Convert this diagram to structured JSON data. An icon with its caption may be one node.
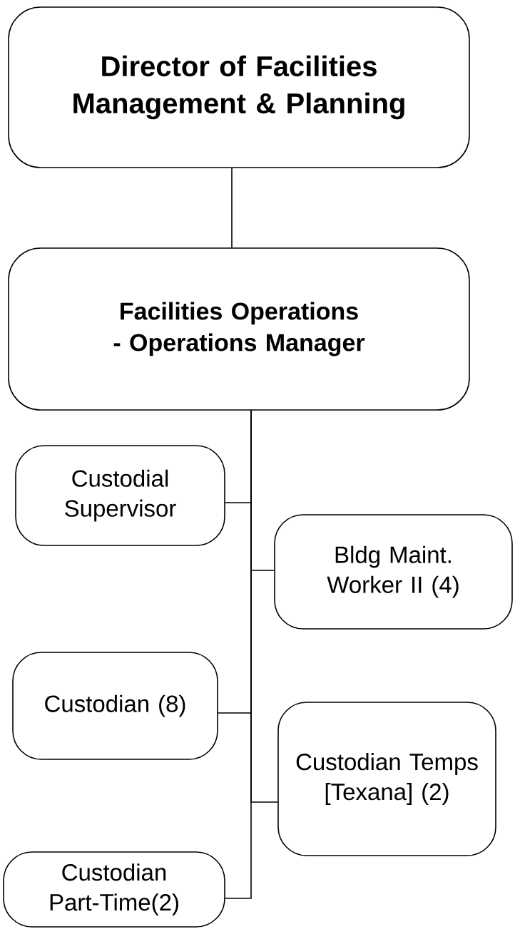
{
  "diagram": {
    "nodes": [
      {
        "text": [
          "Director of Facilities Management & Planning"
        ]
      },
      {
        "text": [
          "Facilities Operations - Operations Manager"
        ]
      },
      {
        "text": [
          "Custodial Supervisor"
        ]
      },
      {
        "text": [
          "Bldg Maint. Worker II (4)"
        ]
      },
      {
        "text": [
          "Custodian (8)"
        ]
      },
      {
        "text": [
          "Custodian Temps [Texana] (2)"
        ]
      },
      {
        "text": [
          "Custodian Part-Time(2)"
        ]
      }
    ],
    "edges": [
      {
        "from": 0,
        "to": 1,
        "arrow": "none"
      },
      {
        "from": 1,
        "to": 2,
        "arrow": "none"
      },
      {
        "from": 1,
        "to": 3,
        "arrow": "none"
      },
      {
        "from": 1,
        "to": 4,
        "arrow": "none"
      },
      {
        "from": 1,
        "to": 5,
        "arrow": "none"
      },
      {
        "from": 1,
        "to": 6,
        "arrow": "none"
      }
    ]
  }
}
